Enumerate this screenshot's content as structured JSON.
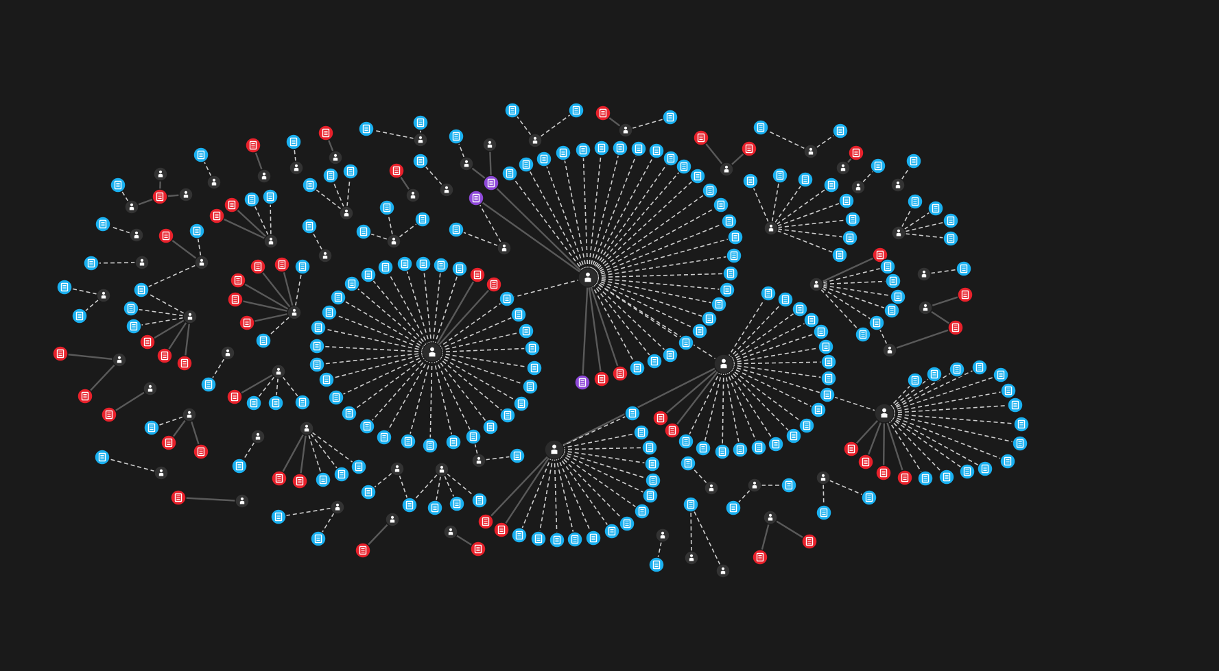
{
  "colors": {
    "background": "#1a1a1a",
    "user_node": "#333333",
    "hub_node": "#2b2b2b",
    "document_node": "#1ab0f0",
    "flagged_document_node": "#e8212b",
    "special_document_node": "#8e49d8",
    "dashed_edge": "#cfcfcf",
    "solid_edge": "#5a5a5a"
  },
  "icons": {
    "user": "person-icon",
    "document": "document-icon"
  },
  "node_types": [
    "user",
    "document",
    "flagged-document",
    "special-document"
  ],
  "edge_types": [
    "dashed",
    "solid"
  ]
}
